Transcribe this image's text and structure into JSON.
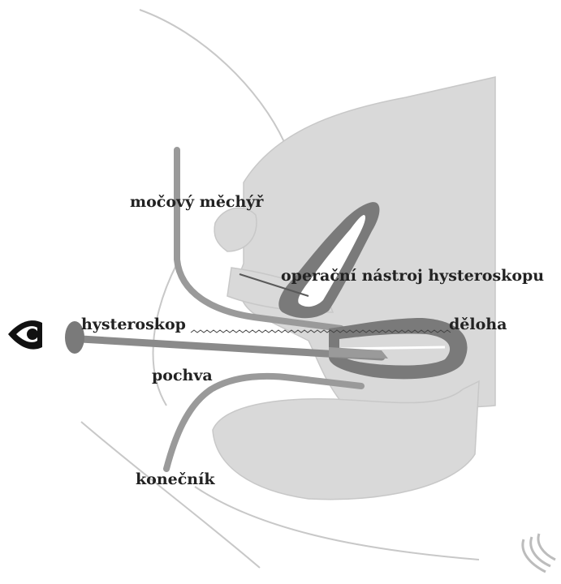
{
  "labels": {
    "bladder": "močový měchýř",
    "instrument": "operační nástroj hysteroskopu",
    "hysteroscope": "hysteroskop",
    "uterus": "děloha",
    "vagina": "pochva",
    "rectum": "konečník"
  },
  "colors": {
    "organ_fill": "#d9d9d9",
    "organ_dark": "#7a7a7a",
    "tube": "#9a9a9a",
    "outline": "#c8c8c8",
    "eye": "#111111",
    "text": "#222222"
  },
  "icons": {
    "eye": "eye-icon",
    "watermark": "watermark-logo"
  }
}
